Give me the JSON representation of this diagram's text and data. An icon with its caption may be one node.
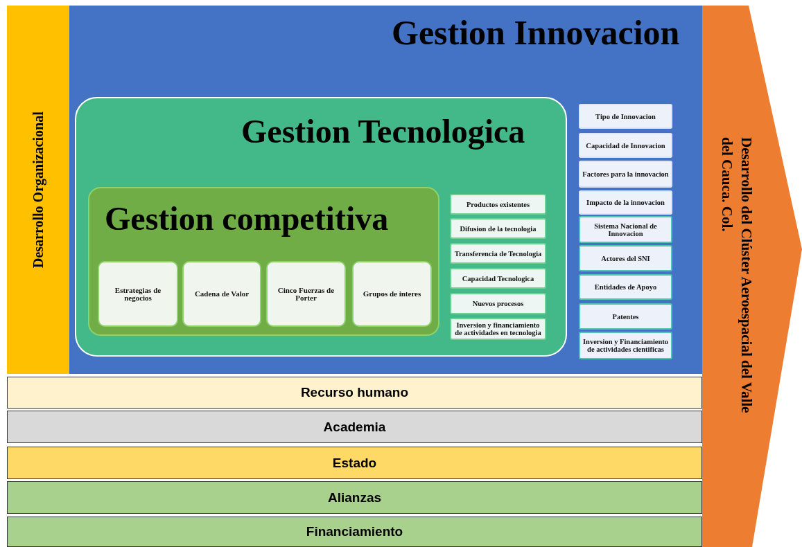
{
  "diagram": {
    "nodes": [
      {
        "text": [
          "Desarrollo Organizacional"
        ]
      },
      {
        "text": [
          "Gestion Innovacion"
        ]
      },
      {
        "text": [
          "Gestion Tecnologica"
        ],
        "in": 1
      },
      {
        "text": [
          "Gestion competitiva"
        ],
        "in": 2
      },
      {
        "text": [
          "Estrategias de negocios"
        ],
        "in": 3
      },
      {
        "text": [
          "Cadena de Valor"
        ],
        "in": 3
      },
      {
        "text": [
          "Cinco Fuerzas de Porter"
        ],
        "in": 3
      },
      {
        "text": [
          "Grupos de interes"
        ],
        "in": 3
      },
      {
        "text": [
          "Productos existentes"
        ],
        "in": 2
      },
      {
        "text": [
          "Difusion de la tecnologia"
        ],
        "in": 2
      },
      {
        "text": [
          "Transferencia de Tecnologia"
        ],
        "in": 2
      },
      {
        "text": [
          "Capacidad Tecnologica"
        ],
        "in": 2
      },
      {
        "text": [
          "Nuevos procesos"
        ],
        "in": 2
      },
      {
        "text": [
          "Inversion y financiamiento de actividades en tecnologia"
        ],
        "in": 2
      },
      {
        "text": [
          "Tipo de Innovacion"
        ],
        "in": 1
      },
      {
        "text": [
          "Capacidad de Innovacion"
        ],
        "in": 1
      },
      {
        "text": [
          "Factores para la innovacion"
        ],
        "in": 1
      },
      {
        "text": [
          "Impacto de la innovacion"
        ],
        "in": 1
      },
      {
        "text": [
          "Sistema Nacional de Innovacion"
        ],
        "in": 1
      },
      {
        "text": [
          "Actores del SNI"
        ],
        "in": 1
      },
      {
        "text": [
          "Entidades de Apoyo"
        ],
        "in": 1
      },
      {
        "text": [
          "Patentes"
        ],
        "in": 1
      },
      {
        "text": [
          "Inversion y Financiamiento de actividades cientificas"
        ],
        "in": 1
      },
      {
        "text": [
          "Recurso humano"
        ]
      },
      {
        "text": [
          "Academia"
        ]
      },
      {
        "text": [
          "Estado"
        ]
      },
      {
        "text": [
          "Alianzas"
        ]
      },
      {
        "text": [
          "Financiamiento"
        ]
      },
      {
        "text": [
          "Desarrollo del Clúster Aeroespacial del Valle del Cauca. Col."
        ]
      }
    ]
  }
}
